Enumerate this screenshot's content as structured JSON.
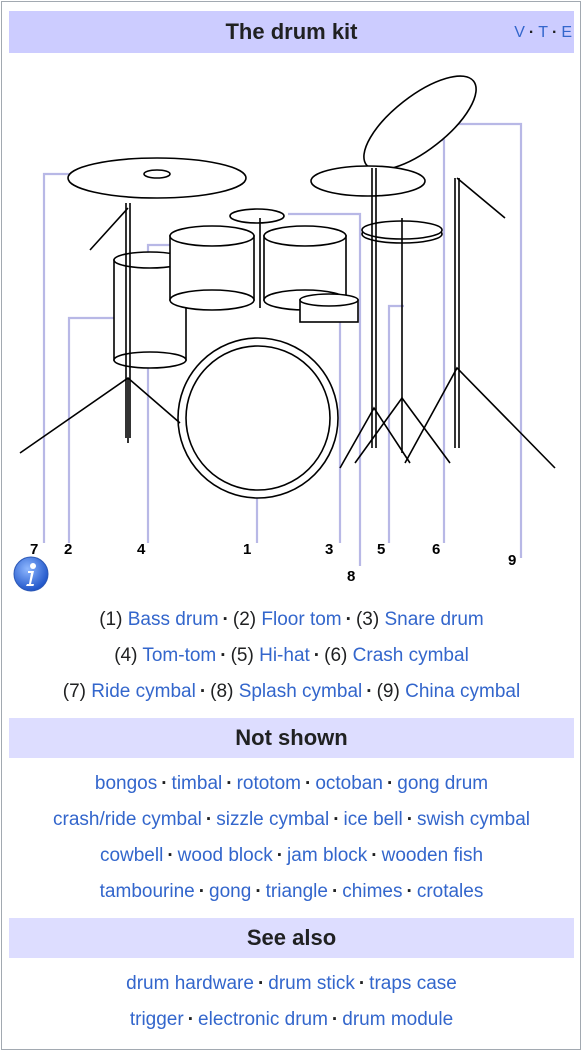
{
  "title": "The drum kit",
  "vte": {
    "v": "V",
    "t": "T",
    "e": "E"
  },
  "diagram": {
    "callouts": [
      "7",
      "2",
      "4",
      "1",
      "3",
      "5",
      "6",
      "8",
      "9"
    ],
    "info_icon": "info-icon"
  },
  "legend": {
    "line1": [
      {
        "num": "(1)",
        "label": "Bass drum"
      },
      {
        "num": "(2)",
        "label": "Floor tom"
      },
      {
        "num": "(3)",
        "label": "Snare drum"
      }
    ],
    "line2": [
      {
        "num": "(4)",
        "label": "Tom-tom"
      },
      {
        "num": "(5)",
        "label": "Hi-hat"
      },
      {
        "num": "(6)",
        "label": "Crash cymbal"
      }
    ],
    "line3": [
      {
        "num": "(7)",
        "label": "Ride cymbal"
      },
      {
        "num": "(8)",
        "label": "Splash cymbal"
      },
      {
        "num": "(9)",
        "label": "China cymbal"
      }
    ]
  },
  "not_shown": {
    "header": "Not shown",
    "rows": [
      [
        "bongos",
        "timbal",
        "rototom",
        "octoban",
        "gong drum"
      ],
      [
        "crash/ride cymbal",
        "sizzle cymbal",
        "ice bell",
        "swish cymbal"
      ],
      [
        "cowbell",
        "wood block",
        "jam block",
        "wooden fish"
      ],
      [
        "tambourine",
        "gong",
        "triangle",
        "chimes",
        "crotales"
      ]
    ]
  },
  "see_also": {
    "header": "See also",
    "rows": [
      [
        "drum hardware",
        "drum stick",
        "traps case"
      ],
      [
        "trigger",
        "electronic drum",
        "drum module"
      ]
    ]
  },
  "colors": {
    "header_bg": "#ccccff",
    "group_bg": "#ddddff",
    "link": "#3366cc",
    "text": "#202122",
    "border": "#a2a9b1",
    "callout_line": "#b8b8e6"
  }
}
